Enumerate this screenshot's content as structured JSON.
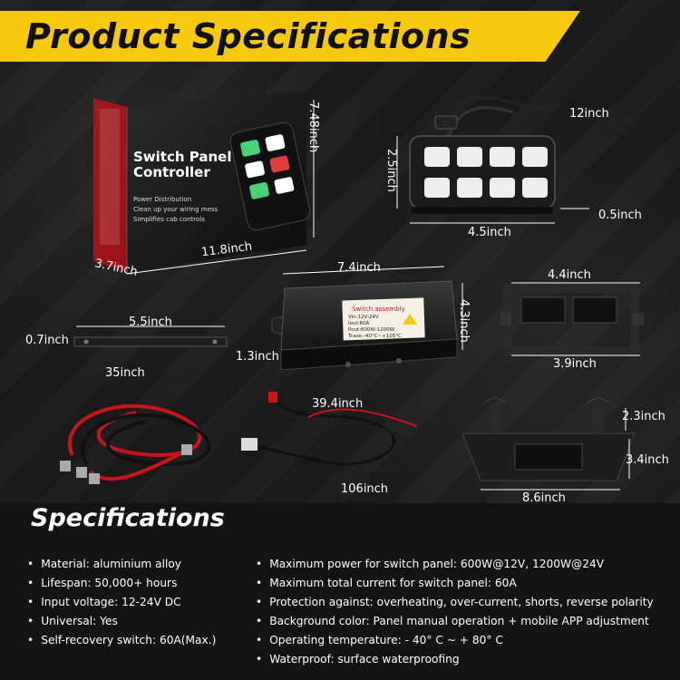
{
  "banner": {
    "title": "Product Specifications"
  },
  "box": {
    "title_line1": "Switch Panel",
    "title_line2": "Controller",
    "features": [
      "Power Distribution",
      "Clean up your wiring mess",
      "Simplifies cab controls"
    ]
  },
  "module_label": {
    "heading": "Switch assembly",
    "lines": [
      "Vin:12V-24V",
      "Iout:60A",
      "Pout:600W-1200W",
      "Tcase:-40°C~+105°C"
    ]
  },
  "dimensions": {
    "box_height": "7.48inch",
    "box_width": "11.8inch",
    "box_depth": "3.7inch",
    "panel_cable": "12inch",
    "panel_height": "2.5inch",
    "panel_width": "4.5inch",
    "panel_depth": "0.5inch",
    "module_width": "7.4inch",
    "module_depth": "4.3inch",
    "module_height": "1.3inch",
    "bar_length": "5.5inch",
    "bar_width": "0.7inch",
    "frame_top": "4.4inch",
    "frame_bottom": "3.9inch",
    "power_cable": "35inch",
    "harness_short": "39.4inch",
    "harness_long": "106inch",
    "bracket_height": "2.3inch",
    "bracket_depth": "3.4inch",
    "bracket_width": "8.6inch"
  },
  "specs": {
    "title": "Specifications",
    "left": [
      "Material: aluminium alloy",
      "Lifespan: 50,000+ hours",
      "Input voltage: 12-24V DC",
      "Universal: Yes",
      "Self-recovery switch: 60A(Max.)"
    ],
    "right": [
      "Maximum power for switch panel: 600W@12V, 1200W@24V",
      "Maximum total current for switch panel: 60A",
      "Protection against: overheating, over-current, shorts, reverse polarity",
      "Background color: Panel manual operation + mobile APP adjustment",
      "Operating temperature: - 40° C ~ + 80° C",
      "Waterproof: surface waterproofing"
    ]
  }
}
